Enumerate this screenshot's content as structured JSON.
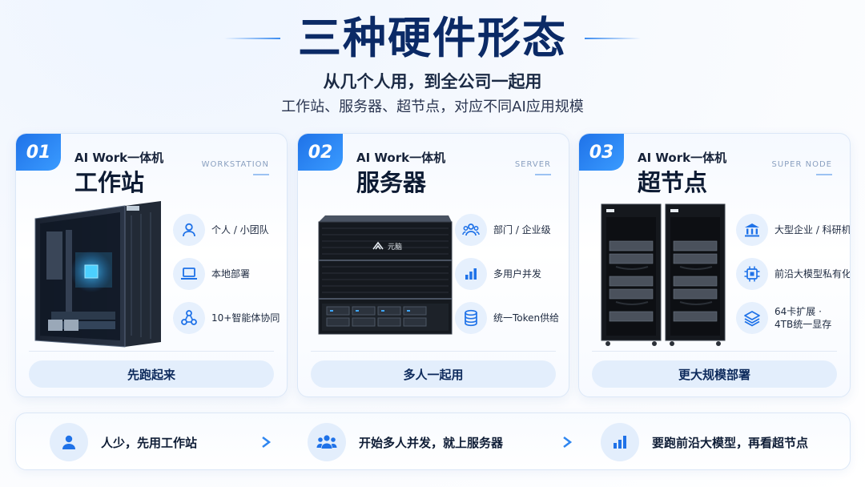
{
  "header": {
    "title": "三种硬件形态",
    "subtitle": "从几个人用，到全公司一起用",
    "description": "工作站、服务器、超节点，对应不同AI应用规模"
  },
  "colors": {
    "accent": "#1f72e8",
    "title": "#0b2a66",
    "soft_bg": "#e3eefc"
  },
  "cards": [
    {
      "number": "01",
      "kicker": "AI Work一体机",
      "name": "工作站",
      "en_label": "WORKSTATION",
      "device": "workstation-tower",
      "features": [
        {
          "icon": "user-icon",
          "label": "个人 / 小团队"
        },
        {
          "icon": "laptop-icon",
          "label": "本地部署"
        },
        {
          "icon": "network-icon",
          "label": "10+智能体协同"
        }
      ],
      "button": "先跑起来"
    },
    {
      "number": "02",
      "kicker": "AI Work一体机",
      "name": "服务器",
      "en_label": "SERVER",
      "device": "rack-server",
      "device_brand": "元脑",
      "features": [
        {
          "icon": "group-icon",
          "label": "部门 / 企业级"
        },
        {
          "icon": "bar-chart-icon",
          "label": "多用户并发"
        },
        {
          "icon": "database-icon",
          "label": "统一Token供给"
        }
      ],
      "button": "多人一起用"
    },
    {
      "number": "03",
      "kicker": "AI Work一体机",
      "name": "超节点",
      "en_label": "SUPER NODE",
      "device": "server-cabinet",
      "features": [
        {
          "icon": "institution-icon",
          "label": "大型企业 / 科研机构"
        },
        {
          "icon": "chip-icon",
          "label": "前沿大模型私有化"
        },
        {
          "icon": "layers-icon",
          "label": "64卡扩展 ·\n4TB统一显存"
        }
      ],
      "button": "更大规模部署"
    }
  ],
  "footer": {
    "steps": [
      {
        "icon": "person-icon",
        "label": "人少，先用工作站"
      },
      {
        "icon": "team-icon",
        "label": "开始多人并发，就上服务器"
      },
      {
        "icon": "bar-chart-icon",
        "label": "要跑前沿大模型，再看超节点"
      }
    ]
  }
}
